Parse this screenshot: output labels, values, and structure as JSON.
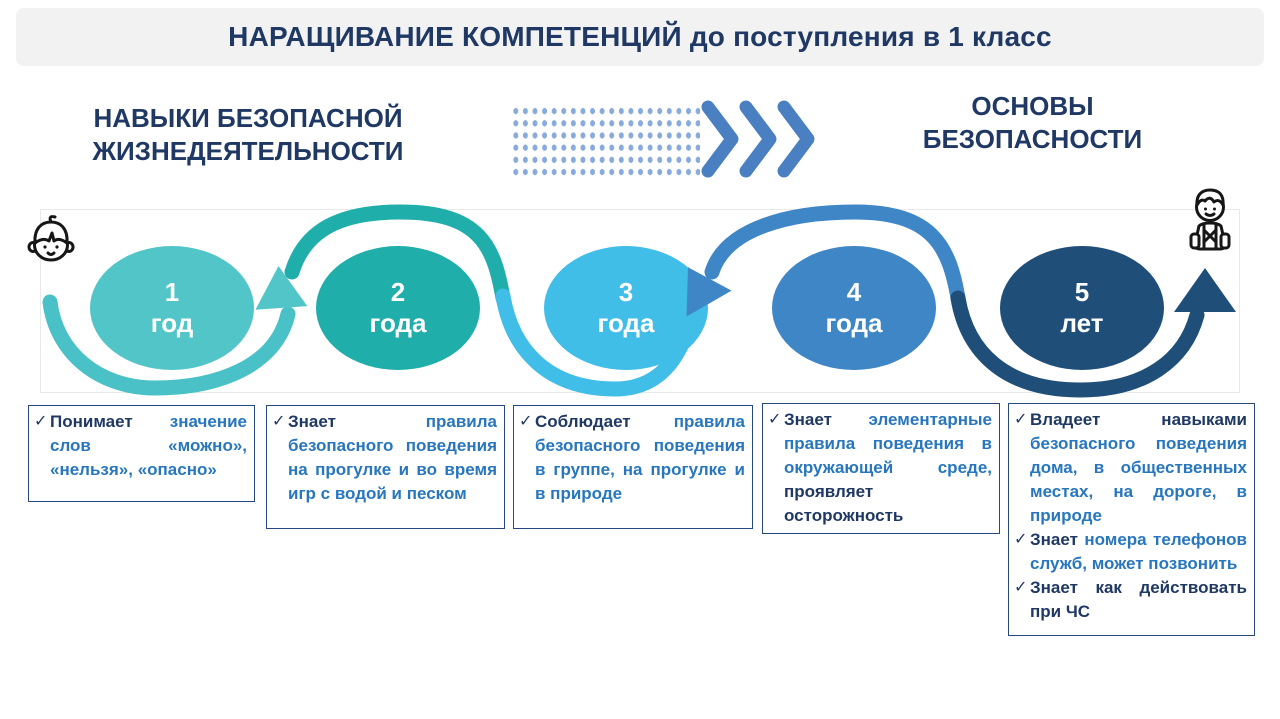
{
  "title": "НАРАЩИВАНИЕ КОМПЕТЕНЦИЙ до поступления в 1 класс",
  "left_heading": {
    "line1": "НАВЫКИ БЕЗОПАСНОЙ",
    "line2": "ЖИЗНЕДЕЯТЕЛЬНОСТИ"
  },
  "right_heading": {
    "line1": "ОСНОВЫ",
    "line2": "БЕЗОПАСНОСТИ"
  },
  "glyphs": {
    "check": "✓"
  },
  "icons": {
    "left": "toddler-face-icon",
    "right": "schoolchild-backpack-icon",
    "transition": "dotted-triple-chevron-arrow"
  },
  "colors": {
    "title_text": "#1F3864",
    "text_blue": "#2776BE",
    "dots": "#89ABDC",
    "chevrons": "#4A7FC1",
    "stage1": "#52C5C9",
    "stage2": "#1FAEA9",
    "stage3": "#41BEE8",
    "stage4": "#3E86C6",
    "stage5": "#1F4E79",
    "title_bar_bg": "#F2F2F2"
  },
  "timeline": {
    "stages": [
      {
        "num": "1",
        "unit": "год"
      },
      {
        "num": "2",
        "unit": "года"
      },
      {
        "num": "3",
        "unit": "года"
      },
      {
        "num": "4",
        "unit": "года"
      },
      {
        "num": "5",
        "unit": "лет"
      }
    ]
  },
  "boxes": [
    {
      "stage": "1 год",
      "items": [
        {
          "segments": [
            {
              "text": "Понимает",
              "tone": "navy"
            },
            {
              "text": " значение слов «можно», «нельзя», «опасно»",
              "tone": "blue"
            }
          ]
        }
      ]
    },
    {
      "stage": "2 года",
      "items": [
        {
          "segments": [
            {
              "text": "Знает",
              "tone": "navy"
            },
            {
              "text": " правила безопасного поведе­ния на прогулке и во время игр с водой и песком",
              "tone": "blue"
            }
          ]
        }
      ]
    },
    {
      "stage": "3 года",
      "items": [
        {
          "segments": [
            {
              "text": "Соблюдает",
              "tone": "navy"
            },
            {
              "text": " правила безопасного поведе­ния в группе, на прогулке и в природе",
              "tone": "blue"
            }
          ]
        }
      ]
    },
    {
      "stage": "4 года",
      "items": [
        {
          "segments": [
            {
              "text": "Знает",
              "tone": "navy"
            },
            {
              "text": " элементарные правила поведения в окружающей среде,",
              "tone": "blue"
            },
            {
              "text": " проявляет осторожность",
              "tone": "navy"
            }
          ]
        }
      ]
    },
    {
      "stage": "5 лет",
      "items": [
        {
          "segments": [
            {
              "text": "Владеет навыками",
              "tone": "navy"
            },
            {
              "text": " безопасного поведения дома, в общественных местах, на дороге, в природе",
              "tone": "blue"
            }
          ]
        },
        {
          "segments": [
            {
              "text": "Знает",
              "tone": "navy"
            },
            {
              "text": " номера телефонов служб, может позвонить",
              "tone": "blue"
            }
          ]
        },
        {
          "segments": [
            {
              "text": "Знает как действовать при ЧС",
              "tone": "navy"
            }
          ]
        }
      ]
    }
  ]
}
